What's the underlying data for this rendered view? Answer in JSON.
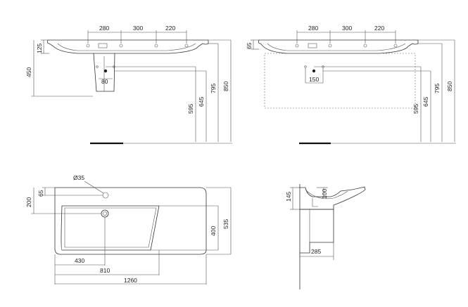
{
  "front_left": {
    "tap_spacing": [
      "280",
      "300",
      "220"
    ],
    "deck_height": "125",
    "pedestal_height": "450",
    "waste_width": "80",
    "heights": [
      "595",
      "645",
      "795",
      "850"
    ]
  },
  "front_right": {
    "tap_spacing": [
      "280",
      "300",
      "220"
    ],
    "deck_height": "65",
    "waste_width": "150",
    "heights": [
      "595",
      "645",
      "795",
      "850"
    ]
  },
  "plan": {
    "hole_diameter": "Ø35",
    "hole_offset": "65",
    "hole_depth": "200",
    "basin_depth": "400",
    "overall_depth": "535",
    "waste_offset": "430",
    "basin_width": "810",
    "overall_width": "1260"
  },
  "side": {
    "rim_height": "145",
    "bowl_depth": "100",
    "projection": "285"
  }
}
